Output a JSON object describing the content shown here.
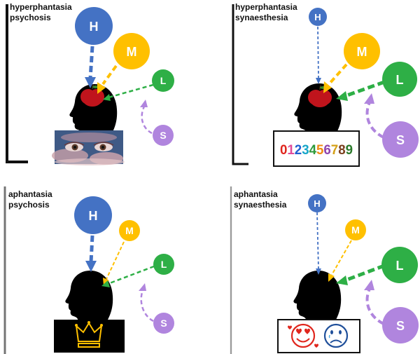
{
  "colors": {
    "H": "#4472c4",
    "M": "#ffc000",
    "L": "#2eaf46",
    "S": "#b085de",
    "head": "#000000",
    "apple": "#c0141c"
  },
  "nodes": {
    "H": "H",
    "M": "M",
    "L": "L",
    "S": "S"
  },
  "panels": [
    {
      "line1": "hyperphantasia",
      "line2": "psychosis",
      "image": "eyes-in-clouds"
    },
    {
      "line1": "hyperphantasia",
      "line2": "synaesthesia",
      "image": "colored-digits"
    },
    {
      "line1": "aphantasia",
      "line2": "psychosis",
      "image": "golden-crown"
    },
    {
      "line1": "aphantasia",
      "line2": "synaesthesia",
      "image": "emoji-faces"
    }
  ],
  "digits": [
    {
      "ch": "0",
      "color": "#e0261d"
    },
    {
      "ch": "1",
      "color": "#e04b9a"
    },
    {
      "ch": "2",
      "color": "#1f5fd0"
    },
    {
      "ch": "3",
      "color": "#17a6c9"
    },
    {
      "ch": "4",
      "color": "#2e9a3c"
    },
    {
      "ch": "5",
      "color": "#f08b12"
    },
    {
      "ch": "6",
      "color": "#8e44ad"
    },
    {
      "ch": "7",
      "color": "#d4a017"
    },
    {
      "ch": "8",
      "color": "#7b3f1e"
    },
    {
      "ch": "9",
      "color": "#2b7a2b"
    }
  ]
}
